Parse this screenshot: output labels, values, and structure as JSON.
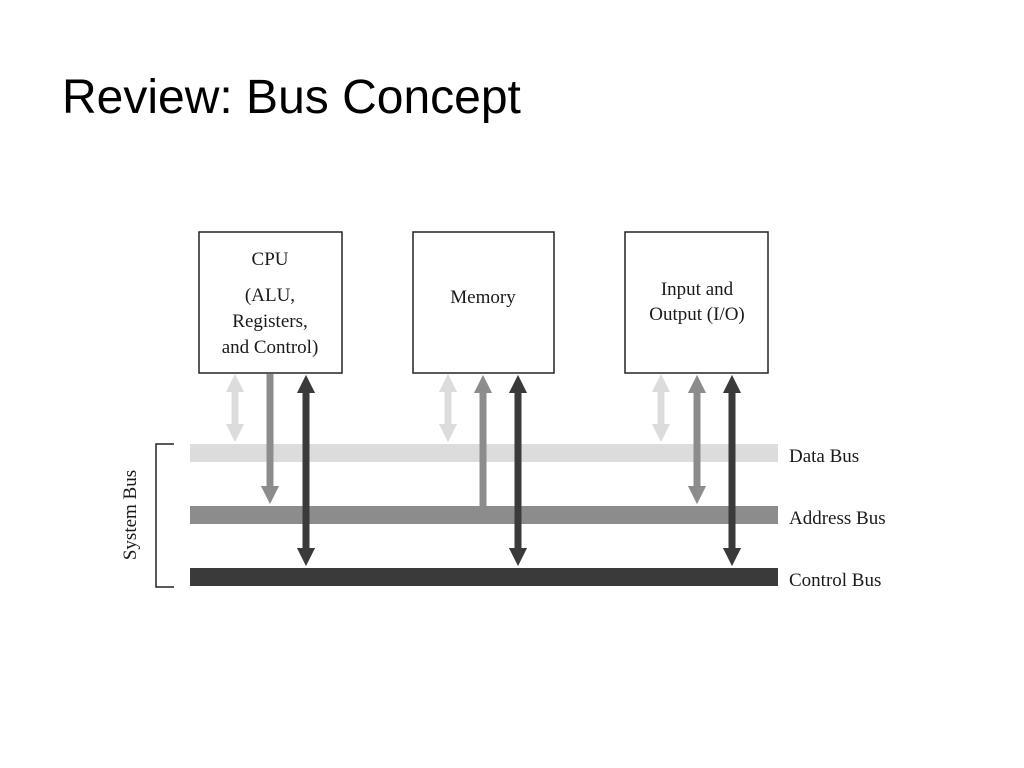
{
  "slide": {
    "title": "Review: Bus Concept"
  },
  "diagram": {
    "components": {
      "cpu": {
        "lines": [
          "CPU",
          "(ALU,",
          "Registers,",
          "and Control)"
        ]
      },
      "memory": {
        "lines": [
          "Memory"
        ]
      },
      "io": {
        "lines": [
          "Input and",
          "Output (I/O)"
        ]
      }
    },
    "buses": {
      "data": "Data Bus",
      "address": "Address Bus",
      "control": "Control Bus"
    },
    "system_bus_label": "System Bus",
    "colors": {
      "data_bus": "#dcdcdc",
      "address_bus": "#8c8c8c",
      "control_bus": "#3a3a3a",
      "box_border": "#222222"
    }
  }
}
